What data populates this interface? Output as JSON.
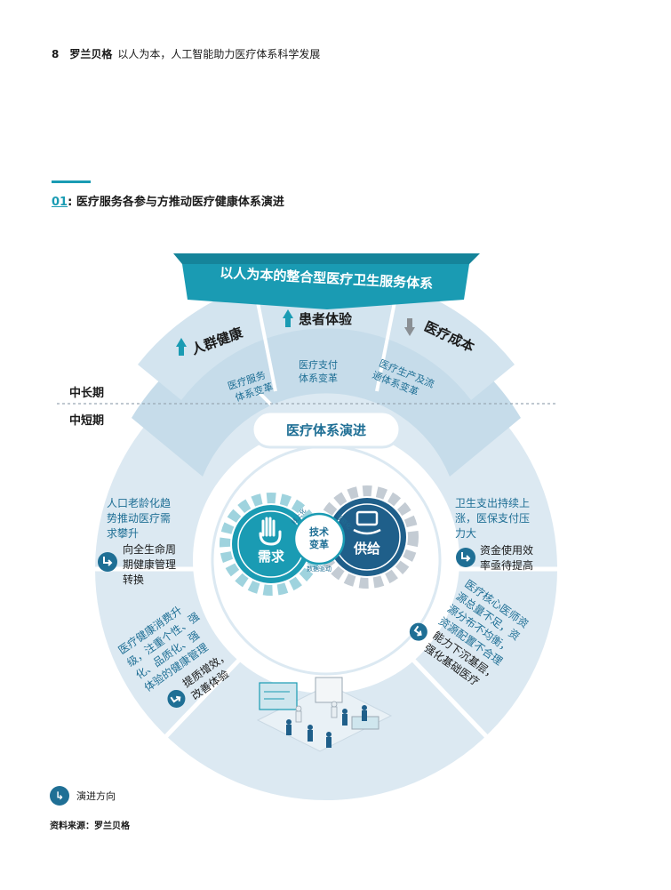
{
  "header": {
    "page_number": "8",
    "brand": "罗兰贝格",
    "title": "以人为本，人工智能助力医疗体系科学发展"
  },
  "section": {
    "number": "01",
    "title": "医疗服务各参与方推动医疗健康体系演进"
  },
  "banner": "以人为本的整合型医疗卫生服务体系",
  "goals": [
    {
      "label": "人群健康",
      "arrow": "up"
    },
    {
      "label": "患者体验",
      "arrow": "up"
    },
    {
      "label": "医疗成本",
      "arrow": "down"
    }
  ],
  "reforms": [
    {
      "line1": "医疗服务",
      "line2": "体系变革"
    },
    {
      "line1": "医疗支付",
      "line2": "体系变革"
    },
    {
      "line1": "医疗生产及流",
      "line2": "通体系变革"
    }
  ],
  "periods": {
    "long": "中长期",
    "short": "中短期"
  },
  "center_title": "医疗体系演进",
  "gears": {
    "demand": "需求",
    "supply": "供给",
    "tech_line1": "技术",
    "tech_line2": "变革",
    "online": "线上化",
    "smart": "智能化",
    "digital": "数据驱动"
  },
  "left_top": {
    "text": [
      "人口老龄化趋",
      "势推动医疗需",
      "求攀升"
    ],
    "trend": [
      "向全生命周",
      "期健康管理",
      "转换"
    ]
  },
  "left_bottom": {
    "text": [
      "医疗健康消费升",
      "级，注重个性、强",
      "化、品质化、强",
      "体验的健康管理"
    ],
    "trend": [
      "提质增效，",
      "改善体验"
    ]
  },
  "right_top": {
    "text": [
      "卫生支出持续上",
      "涨，医保支付压",
      "力大"
    ],
    "trend": [
      "资金使用效",
      "率亟待提高"
    ]
  },
  "right_bottom": {
    "text": [
      "医疗核心医师资",
      "源总量不足，资",
      "源分布不均衡，",
      "资源配置不合理"
    ],
    "trend": [
      "能力下沉基层，",
      "强化基础医疗"
    ]
  },
  "legend": {
    "label": "演进方向",
    "icon": "evolution-direction-icon"
  },
  "source": "资料来源：罗兰贝格",
  "colors": {
    "teal": "#1a9bb3",
    "dark_blue": "#1f6f95",
    "light_blue": "#dce9f2",
    "mid_blue": "#c6dcea",
    "text": "#1f6f95"
  }
}
